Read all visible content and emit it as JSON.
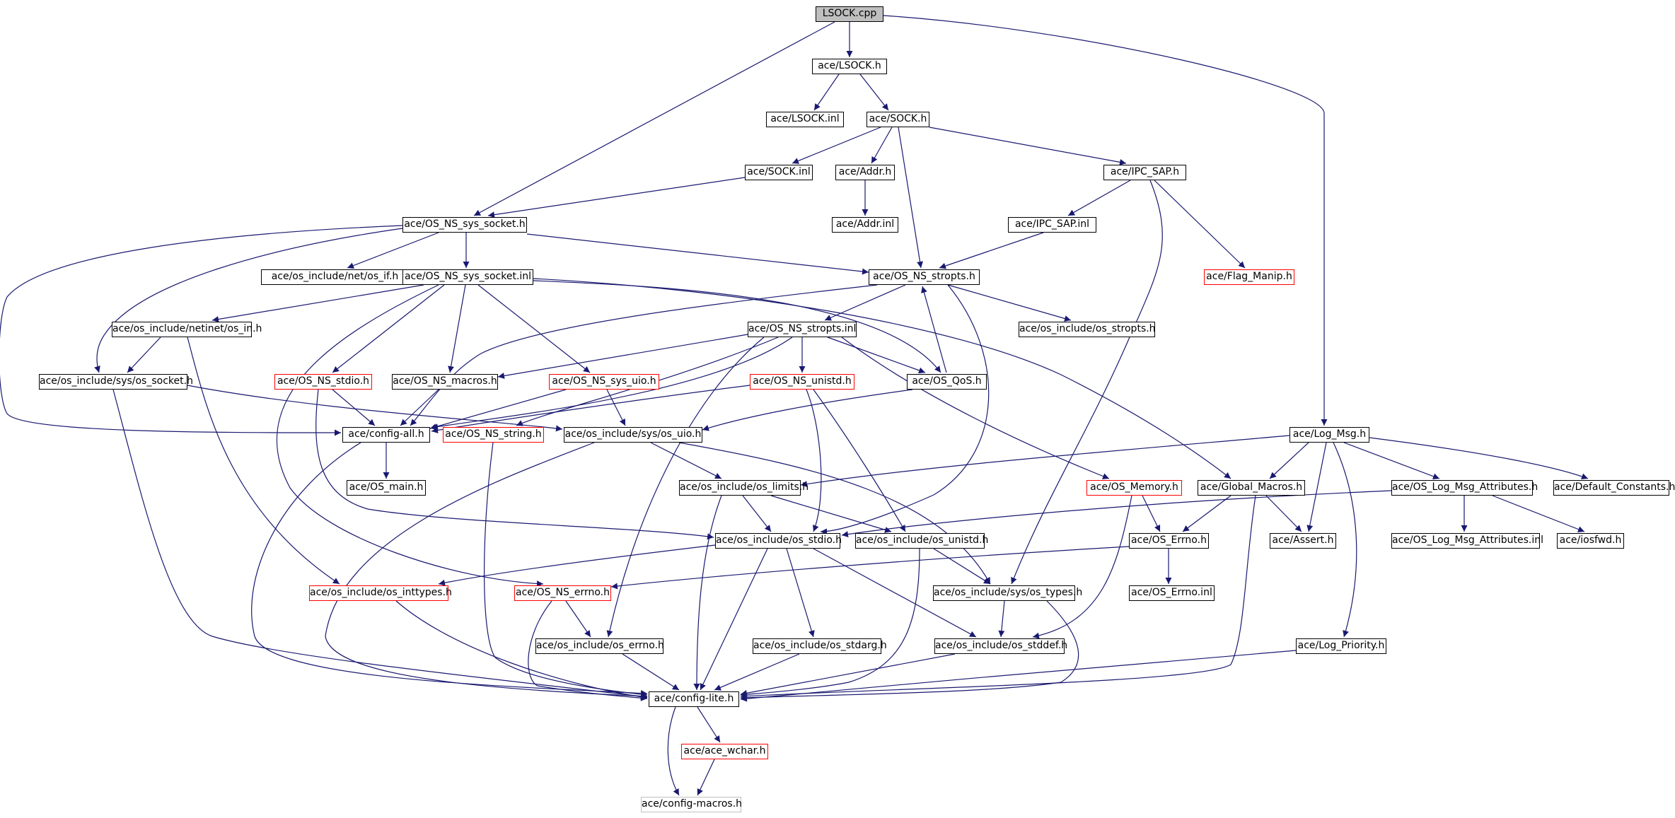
{
  "colors": {
    "edge": "#191970",
    "node_border": "#000000",
    "incomplete_border": "#ff0000",
    "external_border": "#bfbfbf",
    "root_fill": "#bfbfbf"
  },
  "nodes": {
    "lsock_cpp": "LSOCK.cpp",
    "lsock_h": "ace/LSOCK.h",
    "lsock_inl": "ace/LSOCK.inl",
    "sock_h": "ace/SOCK.h",
    "sock_inl": "ace/SOCK.inl",
    "addr_h": "ace/Addr.h",
    "ipc_sap_h": "ace/IPC_SAP.h",
    "addr_inl": "ace/Addr.inl",
    "os_ns_sys_socket_h": "ace/OS_NS_sys_socket.h",
    "ipc_sap_inl": "ace/IPC_SAP.inl",
    "os_if_h": "ace/os_include/net/os_if.h",
    "os_ns_sys_socket_inl": "ace/OS_NS_sys_socket.inl",
    "os_ns_stropts_h": "ace/OS_NS_stropts.h",
    "flag_manip_h": "ace/Flag_Manip.h",
    "os_in_h": "ace/os_include/netinet/os_in.h",
    "os_ns_stropts_inl": "ace/OS_NS_stropts.inl",
    "os_stropts_h": "ace/os_include/os_stropts.h",
    "os_socket_h": "ace/os_include/sys/os_socket.h",
    "os_ns_stdio_h": "ace/OS_NS_stdio.h",
    "os_ns_macros_h": "ace/OS_NS_macros.h",
    "os_ns_sys_uio_h": "ace/OS_NS_sys_uio.h",
    "os_ns_unistd_h": "ace/OS_NS_unistd.h",
    "os_qos_h": "ace/OS_QoS.h",
    "config_all_h": "ace/config-all.h",
    "os_ns_string_h": "ace/OS_NS_string.h",
    "os_uio_h": "ace/os_include/sys/os_uio.h",
    "log_msg_h": "ace/Log_Msg.h",
    "os_main_h": "ace/OS_main.h",
    "os_limits_h": "ace/os_include/os_limits.h",
    "os_memory_h": "ace/OS_Memory.h",
    "global_macros_h": "ace/Global_Macros.h",
    "os_log_msg_attributes_h": "ace/OS_Log_Msg_Attributes.h",
    "default_constants_h": "ace/Default_Constants.h",
    "os_stdio_h": "ace/os_include/os_stdio.h",
    "os_unistd_h": "ace/os_include/os_unistd.h",
    "os_errno_h_ace": "ace/OS_Errno.h",
    "assert_h": "ace/Assert.h",
    "os_log_msg_attributes_inl": "ace/OS_Log_Msg_Attributes.inl",
    "iosfwd_h": "ace/iosfwd.h",
    "os_inttypes_h": "ace/os_include/os_inttypes.h",
    "os_ns_errno_h": "ace/OS_NS_errno.h",
    "os_types_h": "ace/os_include/sys/os_types.h",
    "os_errno_inl": "ace/OS_Errno.inl",
    "os_errno_h": "ace/os_include/os_errno.h",
    "os_stdarg_h": "ace/os_include/os_stdarg.h",
    "os_stddef_h": "ace/os_include/os_stddef.h",
    "log_priority_h": "ace/Log_Priority.h",
    "config_lite_h": "ace/config-lite.h",
    "ace_wchar_h": "ace/ace_wchar.h",
    "config_macros_h": "ace/config-macros.h"
  }
}
